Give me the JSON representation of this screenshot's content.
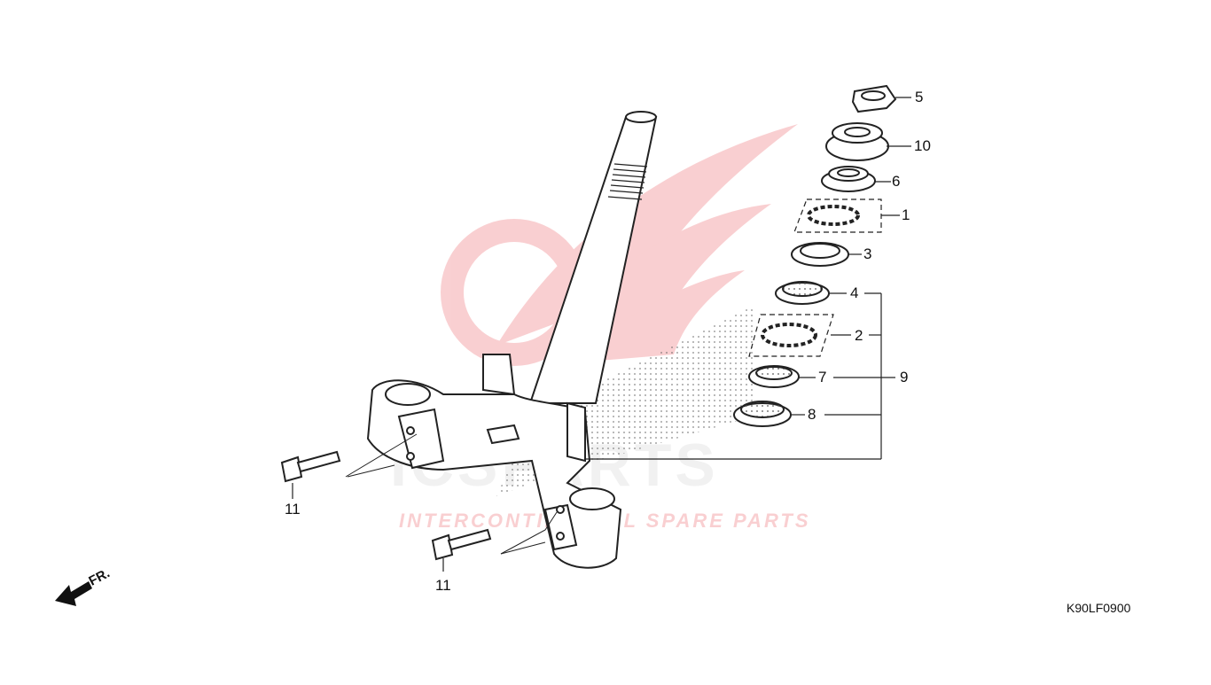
{
  "diagram": {
    "labels": {
      "p1": "1",
      "p2": "2",
      "p3": "3",
      "p4": "4",
      "p5": "5",
      "p6": "6",
      "p7": "7",
      "p8": "8",
      "p9": "9",
      "p10": "10",
      "p11a": "11",
      "p11b": "11"
    },
    "direction_label": "FR.",
    "diagram_code": "K90LF0900"
  },
  "watermark": {
    "brand": "ICSPARTS",
    "tagline": "INTERCONTINENTAL SPARE PARTS",
    "color": "#e8454a"
  }
}
